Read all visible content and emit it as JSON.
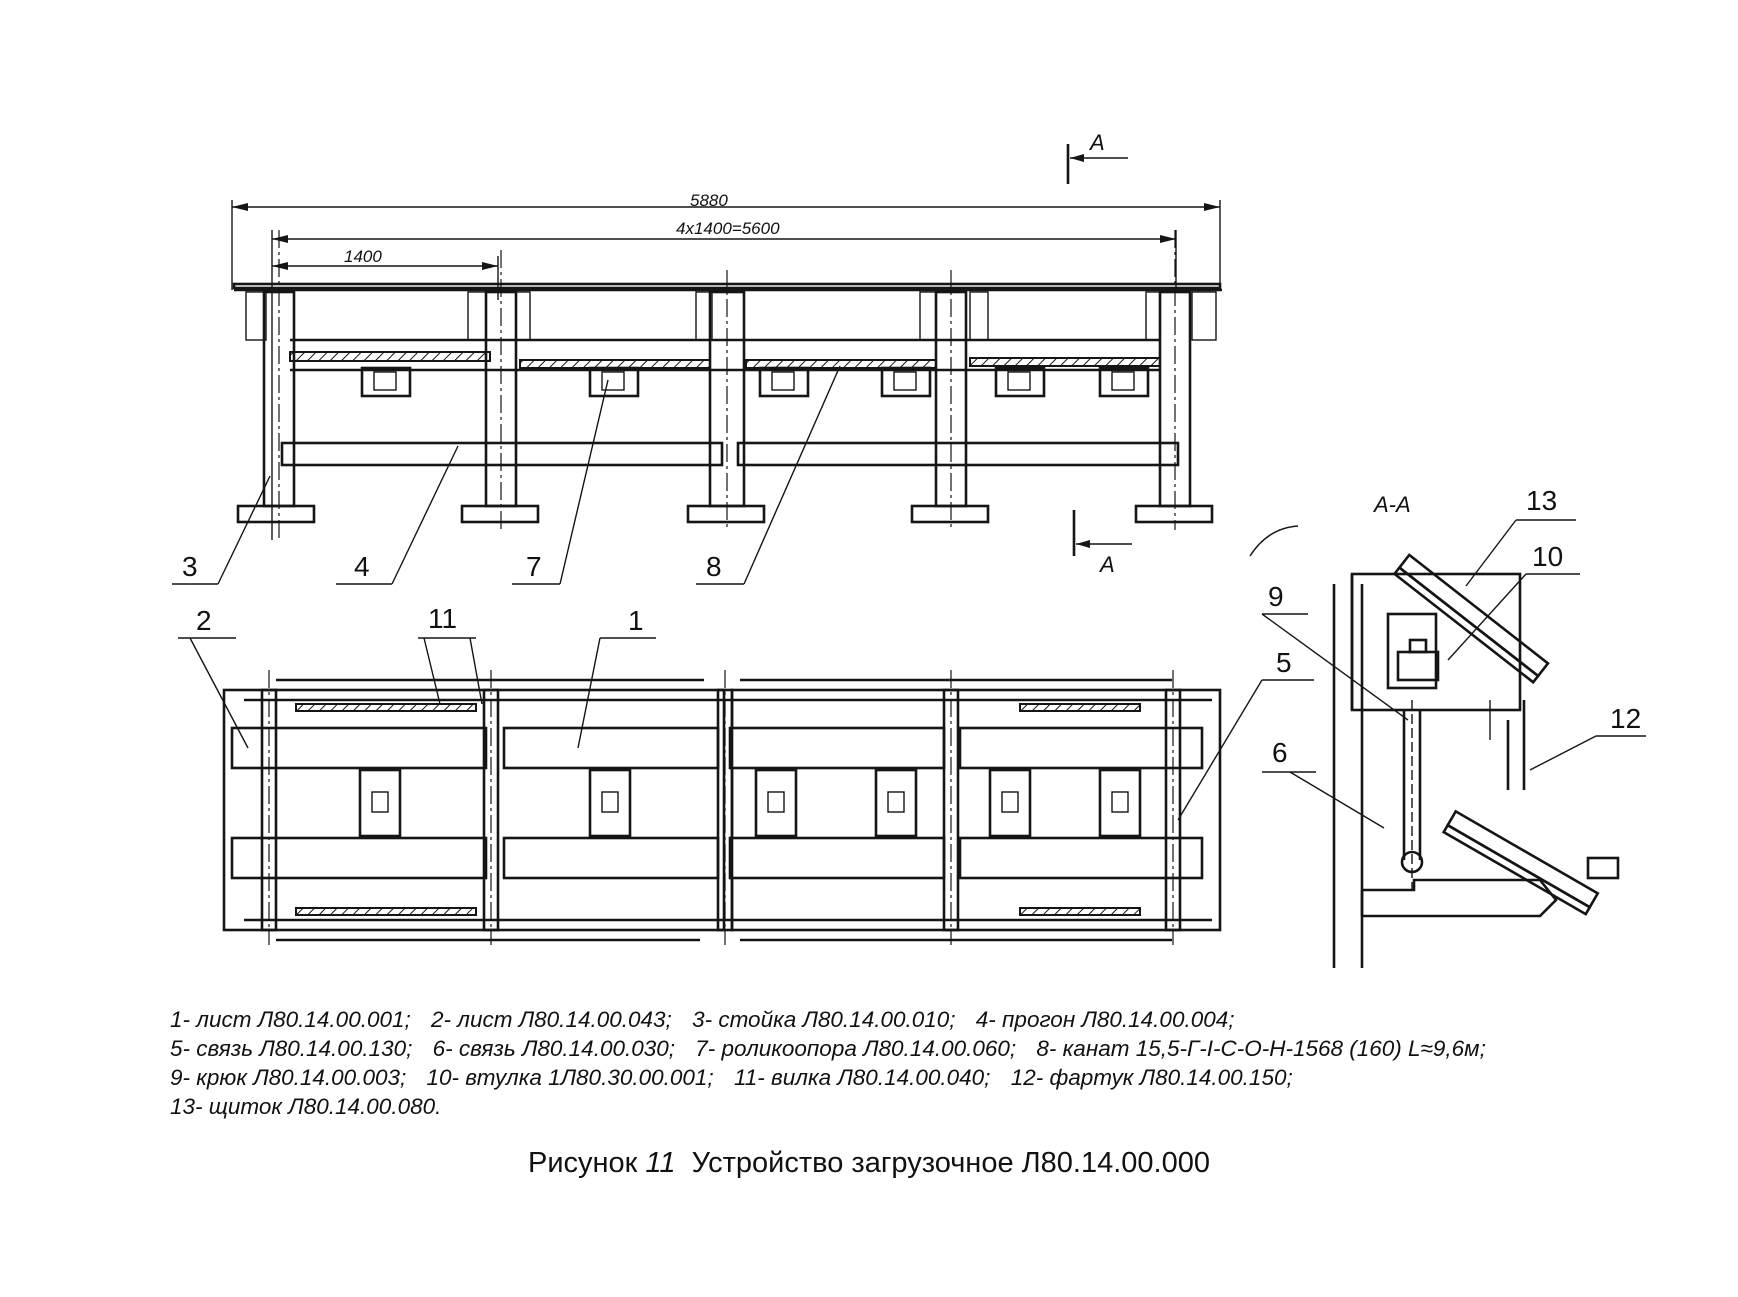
{
  "dimensions": {
    "overall": "5880",
    "span": "4x1400=5600",
    "pitch": "1400"
  },
  "section_marks": {
    "letter": "A",
    "view_title": "A-A"
  },
  "callouts": [
    "1",
    "2",
    "3",
    "4",
    "5",
    "6",
    "7",
    "8",
    "9",
    "10",
    "11",
    "12",
    "13"
  ],
  "legend": {
    "lines": [
      [
        "1- лист Л80.14.00.001;",
        "2- лист Л80.14.00.043;",
        "3- стойка Л80.14.00.010;",
        "4- прогон Л80.14.00.004;"
      ],
      [
        "5- связь Л80.14.00.130;",
        "6- связь Л80.14.00.030;",
        "7- роликоопора Л80.14.00.060;",
        "8- канат 15,5-Г-I-С-О-Н-1568 (160) L≈9,6м;"
      ],
      [
        "9- крюк Л80.14.00.003;",
        "10- втулка 1Л80.30.00.001;",
        "11- вилка Л80.14.00.040;",
        "12- фартук Л80.14.00.150;"
      ],
      [
        "13- щиток Л80.14.00.080."
      ]
    ]
  },
  "caption": {
    "prefix": "Рисунок",
    "number": "11",
    "title": "Устройство загрузочное Л80.14.00.000"
  }
}
